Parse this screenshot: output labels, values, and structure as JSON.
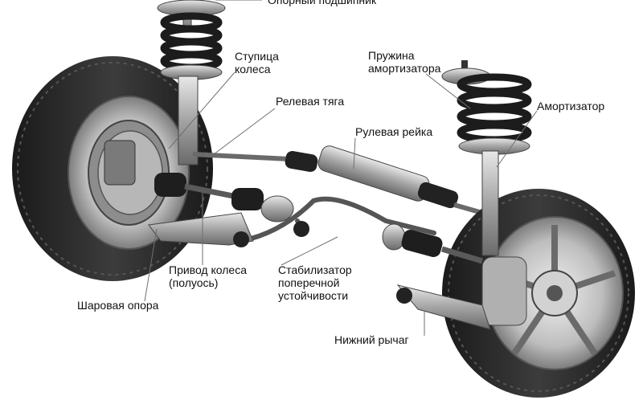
{
  "labels": {
    "bearing": "Опорный подшипник",
    "hub": [
      "Ступица",
      "колеса"
    ],
    "tie_rod": "Релевая тяга",
    "steering_rack": "Рулевая рейка",
    "spring": [
      "Пружина",
      "амортизатора"
    ],
    "shock": "Амортизатор",
    "drive_shaft": [
      "Привод колеса",
      "(полуось)"
    ],
    "stabilizer": [
      "Стабилизатор",
      "поперечной",
      "устойчивости"
    ],
    "ball_joint": "Шаровая опора",
    "lower_arm": "Нижний рычаг"
  },
  "colors": {
    "tire": "#2b2b2b",
    "rim": "#c9c9c9",
    "metal": "#9a9a9a",
    "spring": "#1c1c1c",
    "leader": "#6f6f6f"
  }
}
